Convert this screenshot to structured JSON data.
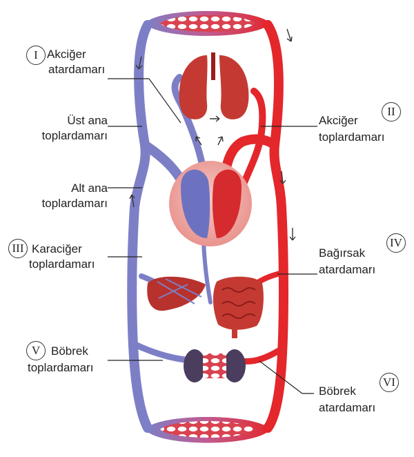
{
  "colors": {
    "vein": "#7d7fc6",
    "artery": "#e3272b",
    "organ_red": "#c43a32",
    "organ_dark": "#9b1e1e",
    "heart_light": "#f2b8b4"
  },
  "labels": [
    {
      "id": "I",
      "line1": "Akciğer",
      "line2": "atardamarı"
    },
    {
      "id": "",
      "line1": "Üst ana",
      "line2": "toplardamarı"
    },
    {
      "id": "",
      "line1": "Alt ana",
      "line2": "toplardamarı"
    },
    {
      "id": "III",
      "line1": "Karaciğer",
      "line2": "toplardamarı"
    },
    {
      "id": "V",
      "line1": "Böbrek",
      "line2": "toplardamarı"
    },
    {
      "id": "II",
      "line1": "Akciğer",
      "line2": "toplardamarı"
    },
    {
      "id": "IV",
      "line1": "Bağırsak",
      "line2": "atardamarı"
    },
    {
      "id": "VI",
      "line1": "Böbrek",
      "line2": "atardamarı"
    }
  ]
}
